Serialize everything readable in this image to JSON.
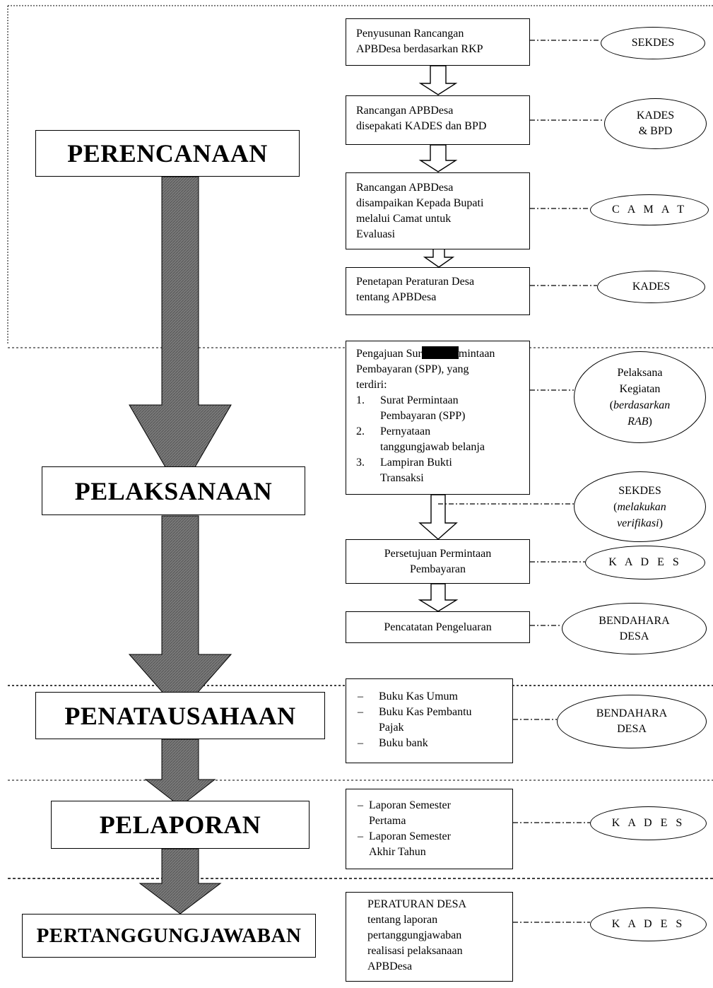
{
  "phases": {
    "perencanaan": "PERENCANAAN",
    "pelaksanaan": "PELAKSANAAN",
    "penatausahaan": "PENATAUSAHAAN",
    "pelaporan": "PELAPORAN",
    "pertanggungjawaban": "PERTANGGUNGJAWABAN"
  },
  "steps": {
    "s1": [
      "Penyusunan Rancangan",
      "APBDesa berdasarkan RKP"
    ],
    "s2": [
      "Rancangan APBDesa",
      "disepakati KADES dan BPD"
    ],
    "s3": [
      "Rancangan APBDesa",
      "disampaikan Kepada Bupati",
      "melalui Camat untuk",
      "Evaluasi"
    ],
    "s4": [
      "Penetapan Peraturan Desa",
      "tentang APBDesa"
    ],
    "s5": {
      "intro_before": "Pengajuan Sur",
      "intro_after": "mintaan",
      "intro_rest": [
        "Pembayaran (SPP), yang",
        "terdiri:"
      ],
      "items": [
        {
          "num": "1.",
          "lines": [
            "Surat Permintaan",
            "Pembayaran (SPP)"
          ]
        },
        {
          "num": "2.",
          "lines": [
            "Pernyataan",
            "tanggungjawab belanja"
          ]
        },
        {
          "num": "3.",
          "lines": [
            "Lampiran Bukti",
            "Transaksi"
          ]
        }
      ]
    },
    "s6": [
      "Persetujuan Permintaan",
      "Pembayaran"
    ],
    "s7": "Pencatatan Pengeluaran",
    "s8": {
      "dash": "–",
      "items": [
        [
          "Buku Kas Umum"
        ],
        [
          "Buku Kas Pembantu",
          "Pajak"
        ],
        [
          "Buku bank"
        ]
      ]
    },
    "s9": {
      "dash": "–",
      "items": [
        [
          "Laporan Semester",
          "Pertama"
        ],
        [
          "Laporan Semester",
          "Akhir Tahun"
        ]
      ]
    },
    "s10": [
      "PERATURAN DESA",
      "tentang laporan",
      "pertanggungjawaban",
      "realisasi pelaksanaan",
      "APBDesa"
    ]
  },
  "actors": {
    "a1": [
      "SEKDES"
    ],
    "a2": [
      "KADES",
      "& BPD"
    ],
    "a3": [
      "C A M A T"
    ],
    "a4": [
      "KADES"
    ],
    "a5": {
      "l1": "Pelaksana",
      "l2": "Kegiatan",
      "l3_open": "(",
      "l3_it": "berdasarkan",
      "l4_it": "RAB",
      "l4_close": ")"
    },
    "a6": {
      "l1": "SEKDES",
      "l2_open": "(",
      "l2_it": "melakukan",
      "l3_it": "verifikasi",
      "l3_close": ")"
    },
    "a7": [
      "K A D E S"
    ],
    "a8": [
      "BENDAHARA",
      "DESA"
    ],
    "a9": [
      "BENDAHARA",
      "DESA"
    ],
    "a10": [
      "K A D E S"
    ],
    "a11": [
      "K A D E S"
    ]
  }
}
